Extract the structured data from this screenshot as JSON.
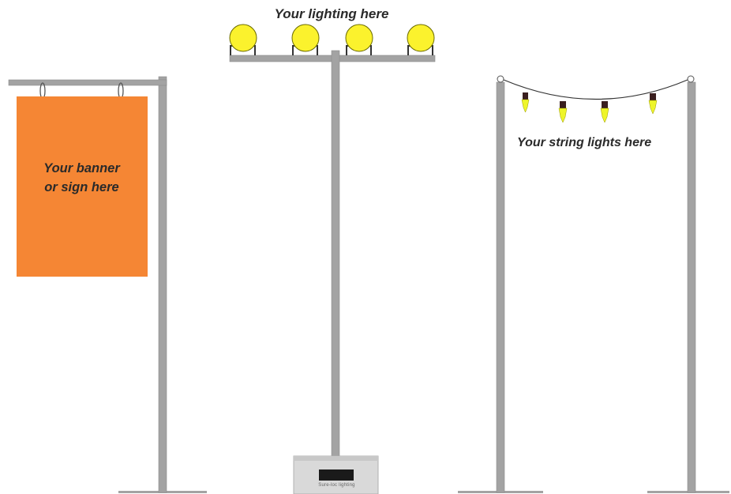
{
  "labels": {
    "lighting": "Your lighting here",
    "string_lights": "Your string lights here",
    "banner_line1": "Your banner",
    "banner_line2": "or sign here",
    "footer_text": "Sure-loc lighting"
  },
  "colors": {
    "pole": "#a3a3a3",
    "pole_edge": "#8a8a8a",
    "banner": "#f58634",
    "bulb": "#fbf22d",
    "bulb_edge": "#6b6b00",
    "bulb_base": "#3a1f1f",
    "string_bulb": "#eef52a",
    "wire": "#333333",
    "base_box": "#d9d9d9",
    "base_box_edge": "#b0b0b0",
    "display": "#1a1a1a"
  },
  "icons": {
    "floodlight": "floodlight-icon",
    "string_bulb": "string-bulb-icon",
    "hook": "hook-icon"
  }
}
